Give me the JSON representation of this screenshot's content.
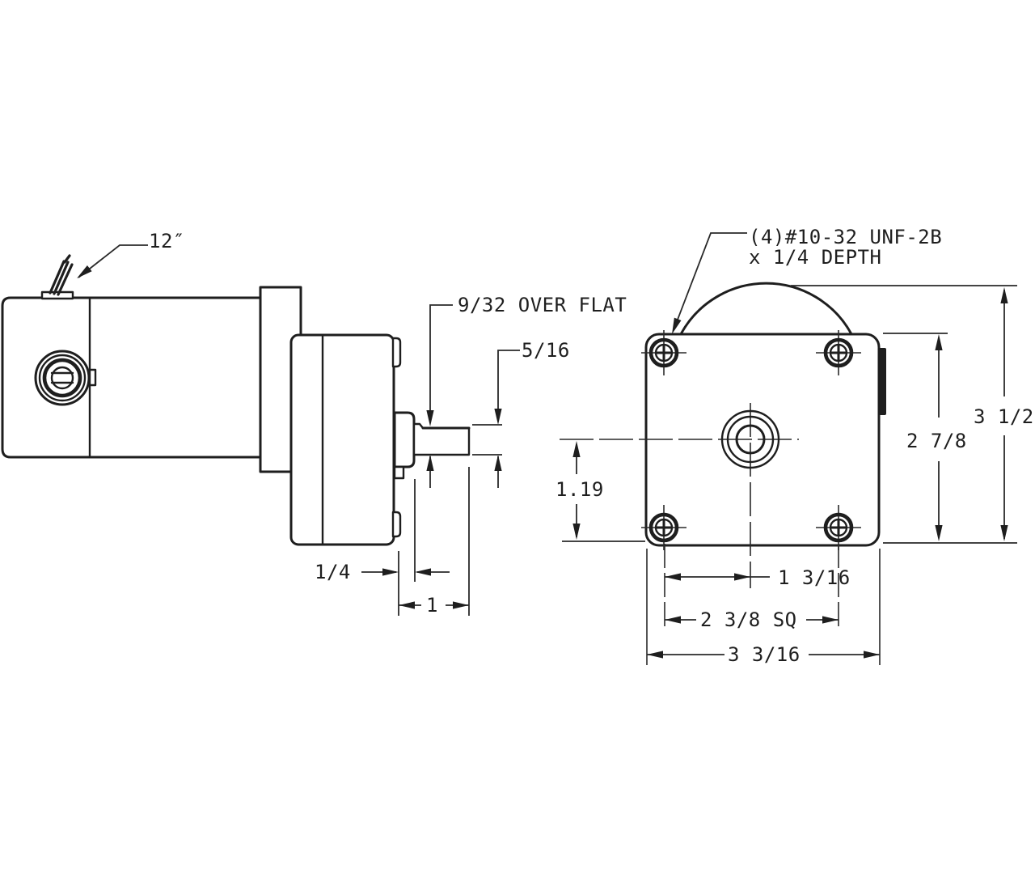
{
  "page": {
    "background": "#ffffff",
    "line_color": "#1e1e1e",
    "description": "Gear motor dimensional drawing, side view and mounting face view"
  },
  "side_view": {
    "lead_length": "12″",
    "over_flat": "9/32 OVER FLAT",
    "shaft_diameter": "5/16",
    "hub_length": "1/4",
    "shaft_length": "1"
  },
  "front_view": {
    "tap_note_1": "(4)#10-32 UNF-2B",
    "tap_note_2": "x 1/4 DEPTH",
    "center_to_hole_vertical": "1.19",
    "center_to_hole_horizontal": "1 3/16",
    "bolt_spacing_square": "2 3/8 SQ",
    "overall_width": "3 3/16",
    "body_height": "2 7/8",
    "overall_height": "3 1/2"
  }
}
